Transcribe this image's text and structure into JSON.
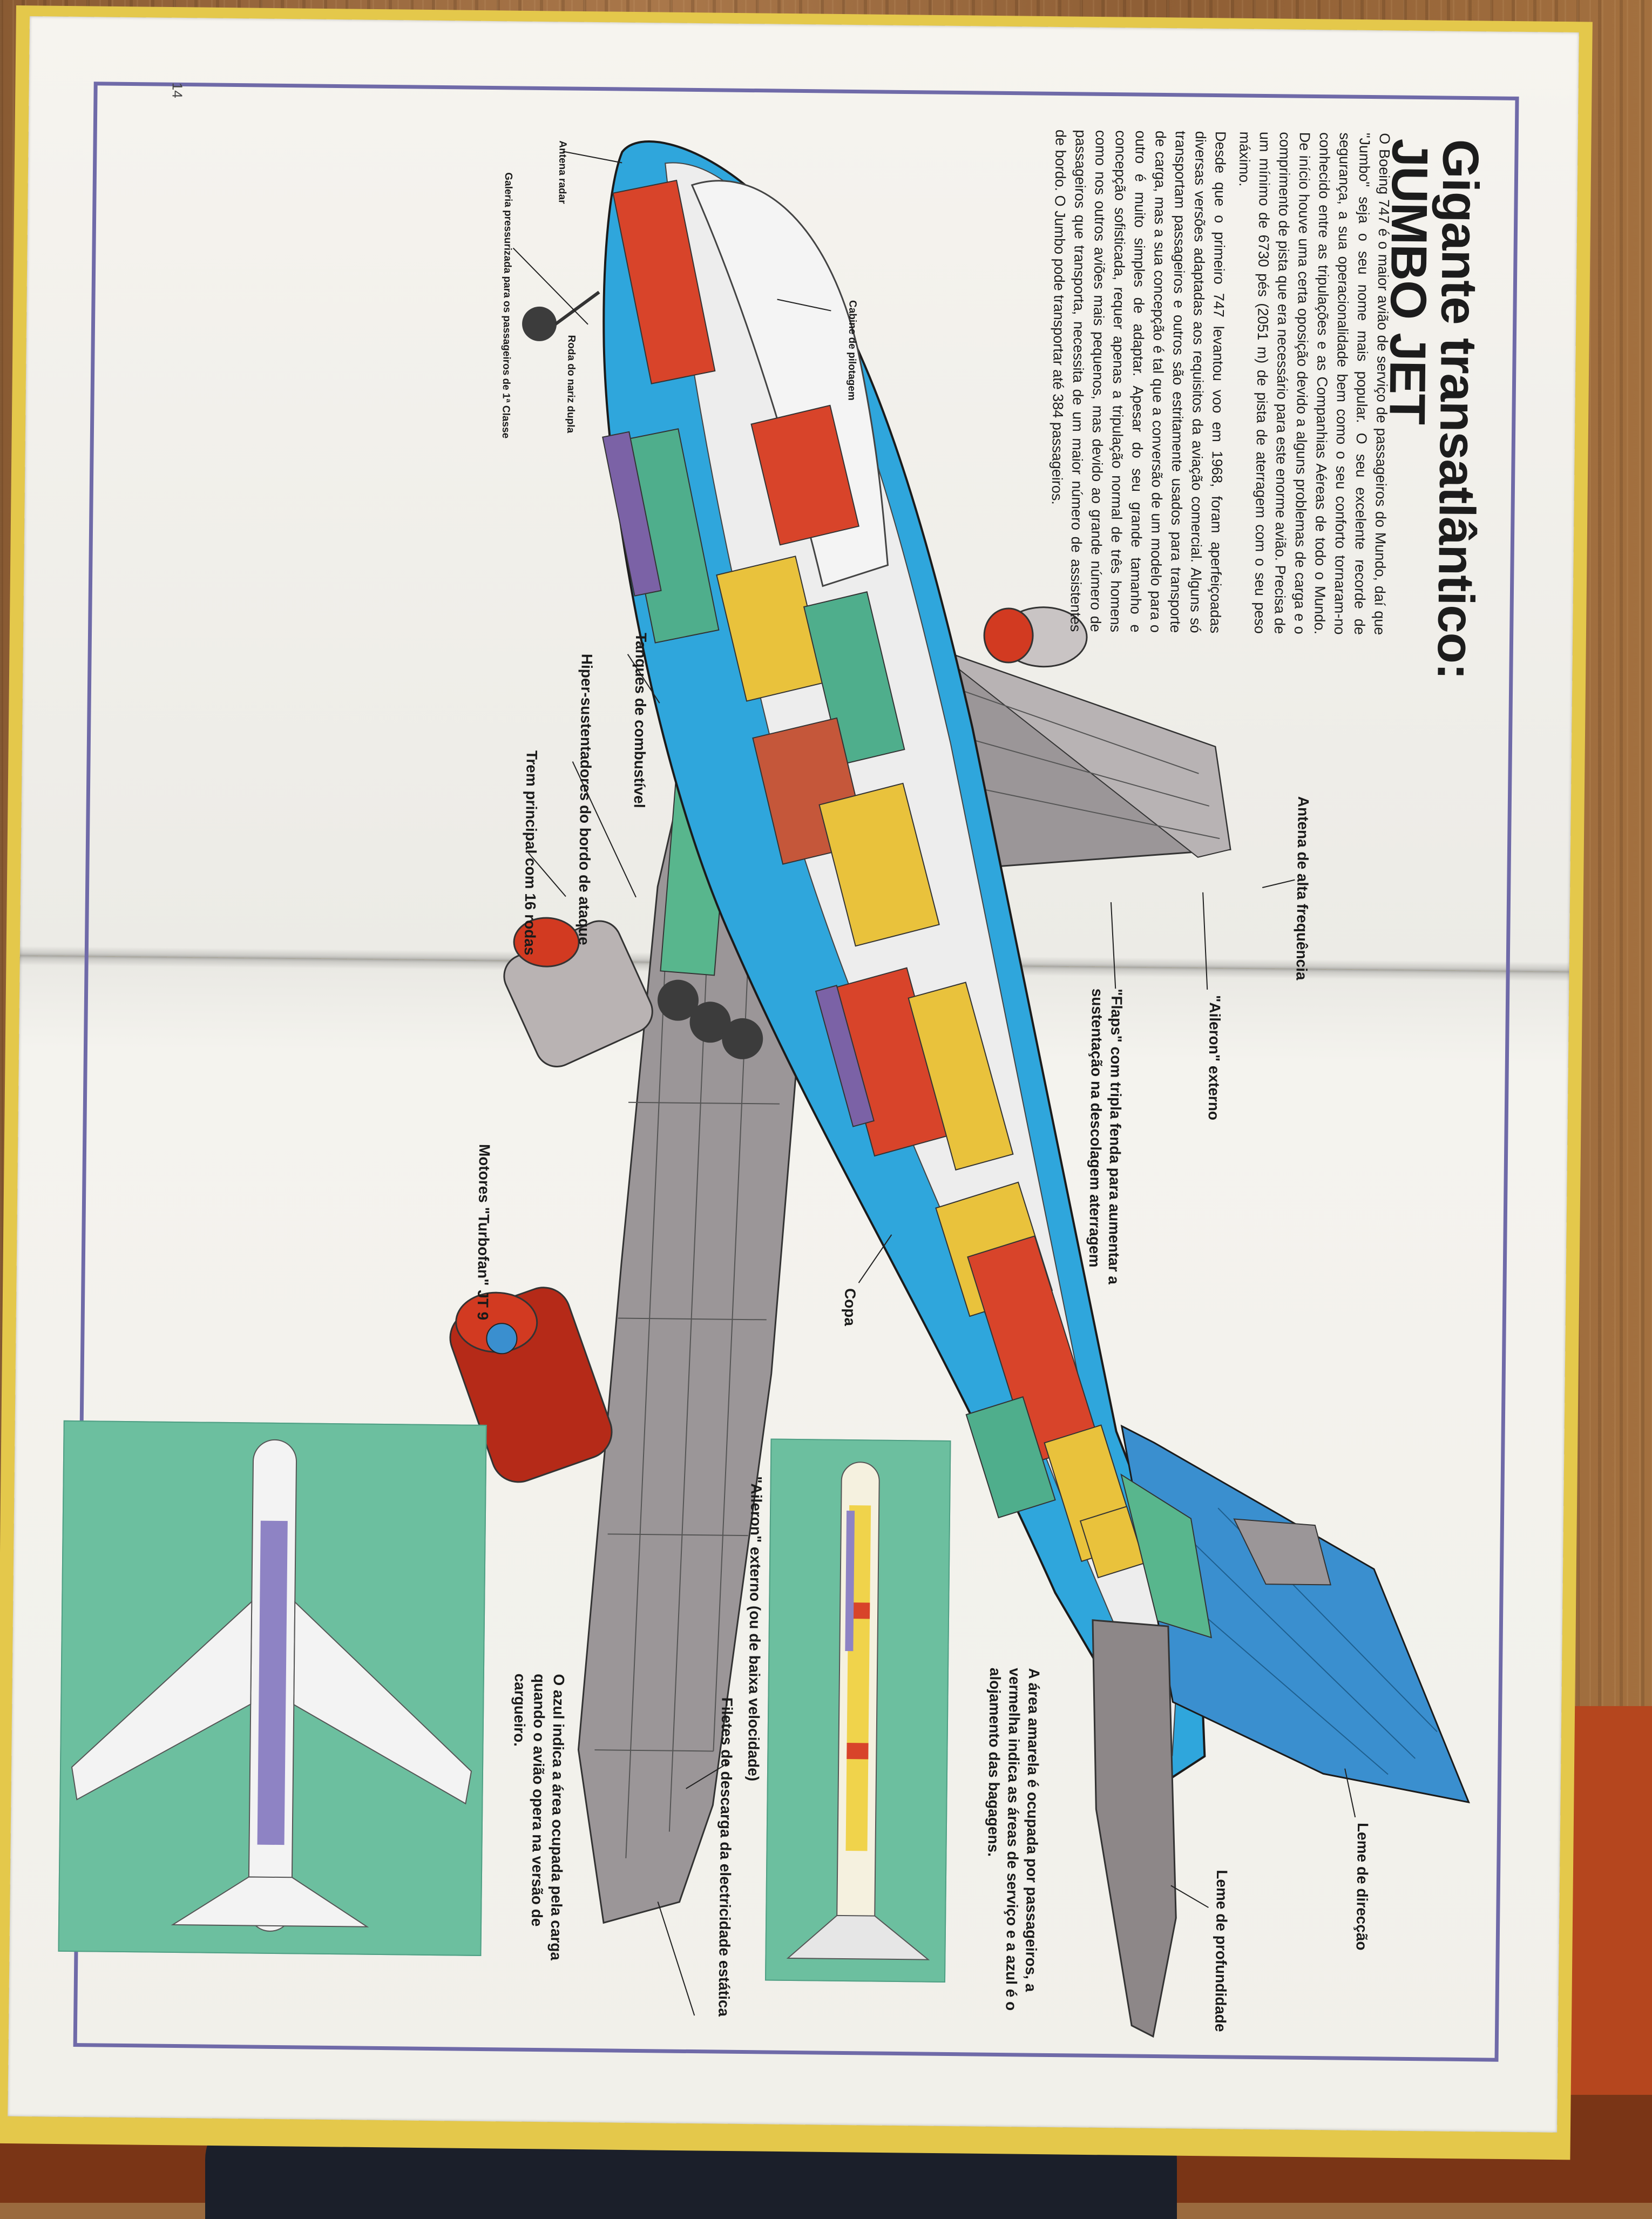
{
  "page_number": "14",
  "title": "Gigante transatlântico: JUMBO JET",
  "body_paragraphs": [
    "O Boeing 747 é o maior avião de serviço de passageiros do Mundo, daí que \"Jumbo\" seja o seu nome mais popular. O seu excelente recorde de segurança, a sua operacionalidade bem como o seu conforto tornaram-no conhecido entre as tripulações e as Companhias Aéreas de todo o Mundo. De início houve uma certa oposição devido a alguns problemas de carga e o comprimento de pista que era necessário para este enorme avião. Precisa de um mínimo de 6730 pés (2051 m) de pista de aterragem com o seu peso máximo.",
    "Desde que o primeiro 747 levantou voo em 1968, foram aperfeiçoadas diversas versões adaptadas aos requisitos da aviação comercial. Alguns só transportam passageiros e outros são estritamente usados para transporte de carga, mas a sua concepção é tal que a conversão de um modelo para o outro é muito simples de adaptar. Apesar do seu grande tamanho e concepção sofisticada, requer apenas a tripulação normal de três homens como nos outros aviões mais pequenos, mas devido ao grande número de passageiros que transporta, necessita de um maior número de assistentes de bordo. O Jumbo pode transportar até 384 passageiros."
  ],
  "labels": {
    "antena_alta": "Antena de alta frequência",
    "aileron_externo": "\"Aileron\" externo",
    "flaps": "\"Flaps\" com tripla fenda para aumentar a sustentação na descolagem aterragem",
    "copa": "Copa",
    "cabine": "Cabine de pilotagem",
    "antena_radar": "Antena radar",
    "galeria": "Galeria pressurizada para os passageiros de 1ª Classe",
    "roda_nariz": "Roda do nariz dupla",
    "tanques": "Tanques de combustível",
    "hiper": "Hiper-sustentadores do bordo de ataque",
    "trem": "Trem principal com 16 rodas",
    "motores": "Motores \"Turbofan\" JT 9",
    "aileron_baixa": "\"Aileron\" externo (ou de baixa velocidade)",
    "filetes": "Filetes de descarga da electricidade estática",
    "leme_direccao": "Leme de direcção",
    "leme_profundidade": "Leme de profundidade"
  },
  "captions": {
    "amarela": "A área amarela é ocupada por passageiros, a vermelha indica as áreas de serviço e a azul é o alojamento das bagagens.",
    "azul": "O azul indica a área ocupada pela carga quando o avião opera na versão de cargueiro."
  },
  "colors": {
    "frame": "#6f6aa8",
    "fuselage_blue": "#2fa6dc",
    "inset_green": "#6cbf9f",
    "cargo_red": "#d8442a",
    "seat_yellow": "#e9c23c",
    "seat_green": "#4fae8c"
  }
}
